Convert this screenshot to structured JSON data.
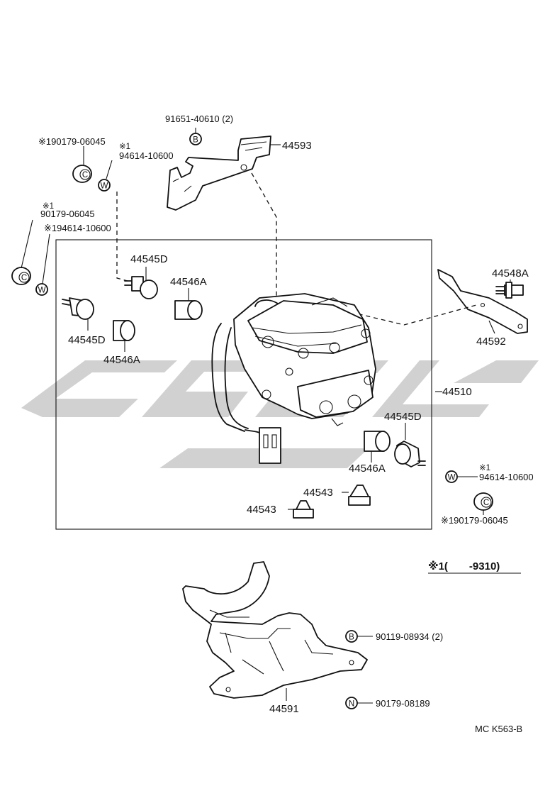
{
  "diagram": {
    "parts": {
      "p_91651": "91651-40610 (2)",
      "p_44593": "44593",
      "p_190179_top": "※190179-06045",
      "p_star1_top": "※1",
      "p_94614_top": "94614-10600",
      "p_star1_left": "※1",
      "p_90179_left": "90179-06045",
      "p_194614_left": "※194614-10600",
      "p_44545D_a": "44545D",
      "p_44546A_a": "44546A",
      "p_44545D_b": "44545D",
      "p_44546A_b": "44546A",
      "p_44548A": "44548A",
      "p_44592": "44592",
      "p_44510": "44510",
      "p_44545D_c": "44545D",
      "p_44546A_c": "44546A",
      "p_star1_right": "※1",
      "p_94614_right": "94614-10600",
      "p_190179_right": "※190179-06045",
      "p_44543_a": "44543",
      "p_44543_b": "44543",
      "p_note": "※1(　　-9310)",
      "p_90119": "90119-08934 (2)",
      "p_44591": "44591",
      "p_90179_bottom": "90179-08189",
      "p_code": "MC K563-B"
    },
    "symbols": {
      "b": "B",
      "w": "W",
      "c": "C",
      "n": "N"
    }
  },
  "colors": {
    "ink": "#111111",
    "watermark": "#c9c9c9",
    "background": "#ffffff"
  },
  "icons": [
    "washer-w-symbol",
    "nut-c-symbol",
    "bolt-b-symbol",
    "nut-n-symbol",
    "cushion",
    "grommet",
    "bolt"
  ]
}
